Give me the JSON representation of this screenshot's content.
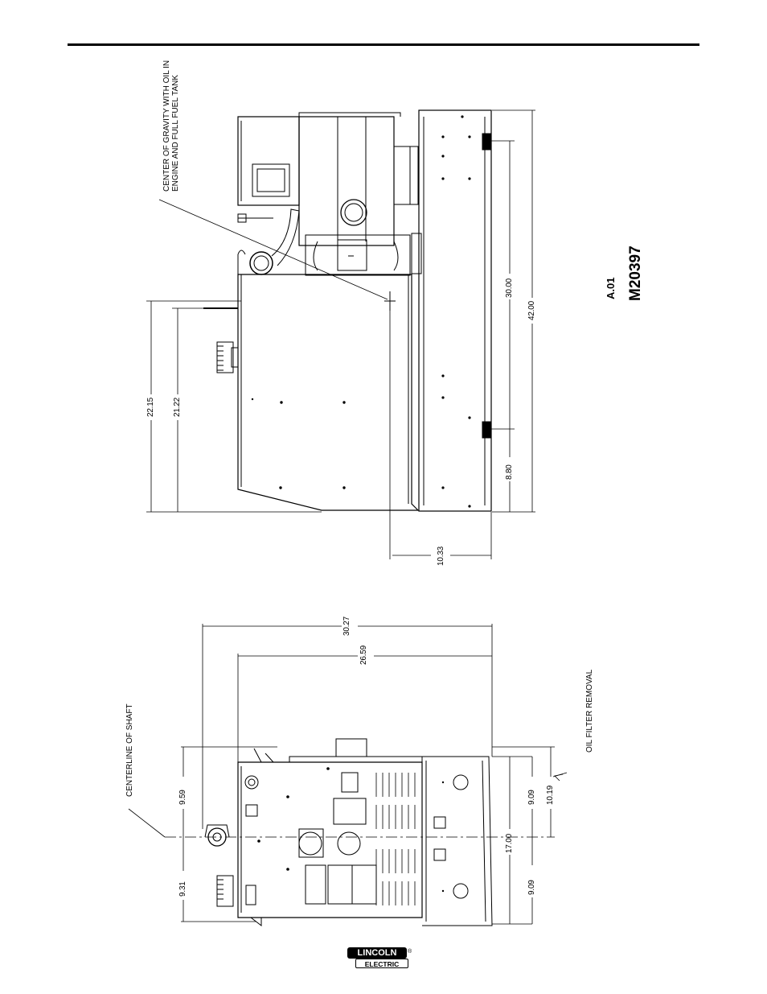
{
  "top_view": {
    "cg_note_line1": "CENTER OF GRAVITY WITH OIL IN",
    "cg_note_line2": "ENGINE AND FULL FUEL TANK",
    "dims": {
      "d_22_15": "22.15",
      "d_21_22": "21.22",
      "d_30_00": "30.00",
      "d_42_00": "42.00",
      "d_8_80": "8.80",
      "d_10_33": "10.33"
    }
  },
  "front_view": {
    "centerline_label": "CENTERLINE OF SHAFT",
    "oil_filter_label": "OIL FILTER REMOVAL",
    "dims": {
      "d_30_27": "30.27",
      "d_26_59": "26.59",
      "d_9_59": "9.59",
      "d_9_31": "9.31",
      "d_9_09_top": "9.09",
      "d_10_19": "10.19",
      "d_17_00": "17.00",
      "d_9_09_bottom": "9.09"
    }
  },
  "reference": {
    "revision": "A.01",
    "drawing_number": "M20397"
  },
  "logo": {
    "line1": "LINCOLN",
    "line2": "ELECTRIC",
    "registered": "®"
  }
}
